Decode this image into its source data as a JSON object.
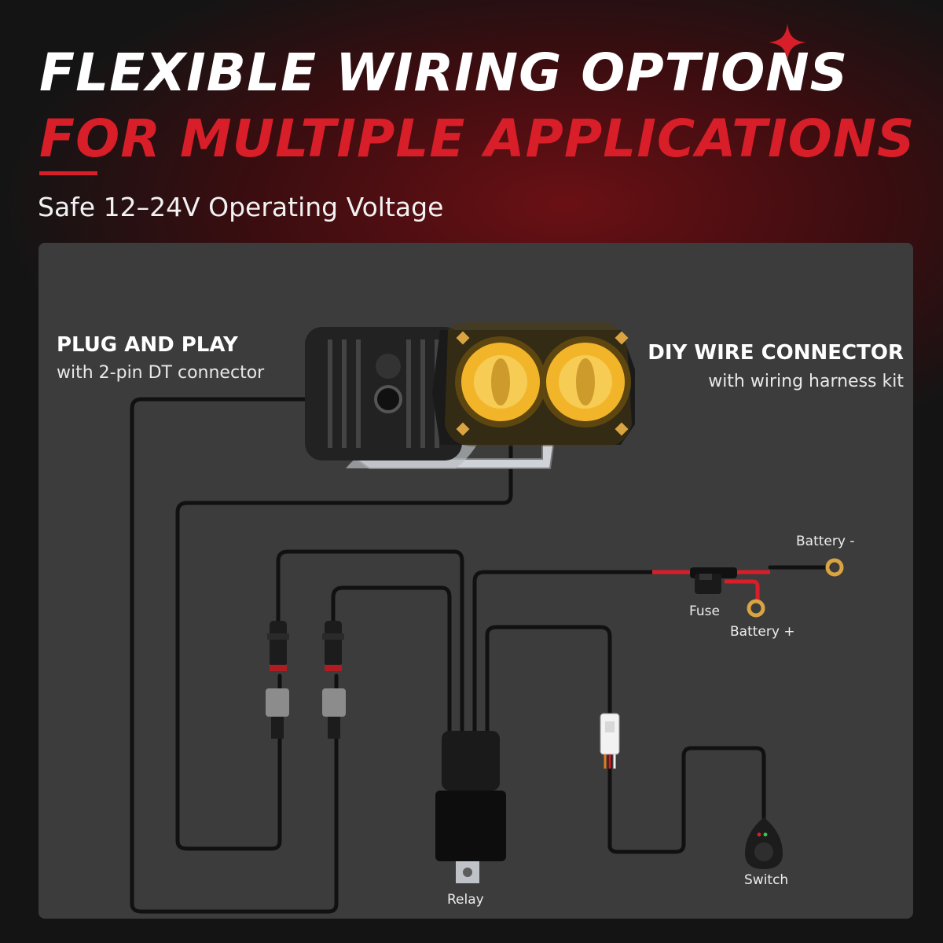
{
  "header": {
    "title_line1": "FLEXIBLE WIRING OPTIONS",
    "title_line2": "FOR MULTIPLE APPLICATIONS",
    "subtitle": "Safe 12–24V Operating Voltage"
  },
  "diagram": {
    "plug_and_play": {
      "title": "PLUG AND PLAY",
      "subtitle": "with 2-pin DT connector"
    },
    "diy_connector": {
      "title": "DIY WIRE CONNECTOR",
      "subtitle": "with wiring harness kit"
    },
    "labels": {
      "battery_negative": "Battery -",
      "battery_positive": "Battery +",
      "fuse": "Fuse",
      "relay": "Relay",
      "switch": "Switch"
    }
  },
  "colors": {
    "accent_red": "#d81e28",
    "panel": "#3c3c3d",
    "amber_lens": "#f2b52a",
    "wire": "#111111",
    "terminal_gold": "#d9a441"
  },
  "icons": [
    "sparkle-icon",
    "led-light",
    "dt-connector",
    "relay",
    "fuse-holder",
    "battery-ring-terminal",
    "switch"
  ]
}
